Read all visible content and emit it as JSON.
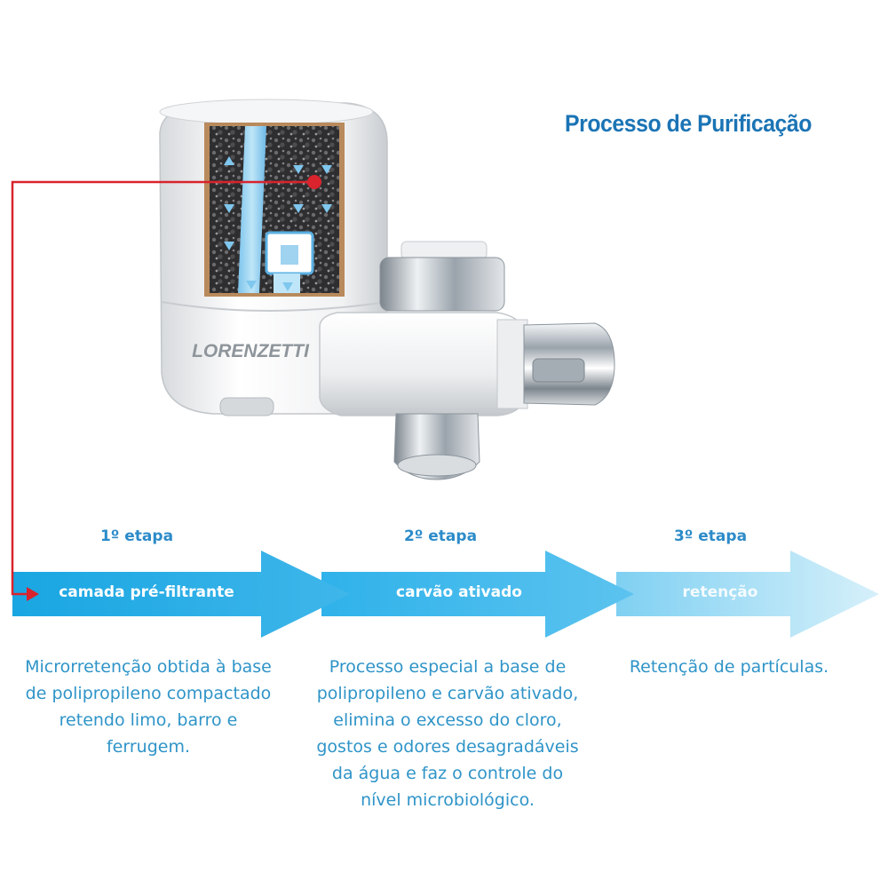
{
  "title": "Processo de Purificação",
  "brand": "LORENZETTI",
  "colors": {
    "title": "#1b74b5",
    "step_text": "#2c8bc9",
    "arrow_dark": "#1aa3e0",
    "arrow_light": "#bfe7f7",
    "pointer": "#d9232d"
  },
  "steps": [
    {
      "heading": "1º etapa",
      "band_label": "camada pré-filtrante",
      "description": [
        "Microrretenção obtida à base",
        "de polipropileno compactado",
        "retendo limo, barro e",
        "ferrugem."
      ]
    },
    {
      "heading": "2º etapa",
      "band_label": "carvão ativado",
      "description": [
        "Processo especial a base de",
        "polipropileno e carvão ativado,",
        "elimina o excesso do cloro,",
        "gostos e odores desagradáveis",
        "da água e faz o controle do",
        "nível microbiológico."
      ]
    },
    {
      "heading": "3º etapa",
      "band_label": "retenção",
      "description": [
        "Retenção de partículas."
      ]
    }
  ]
}
